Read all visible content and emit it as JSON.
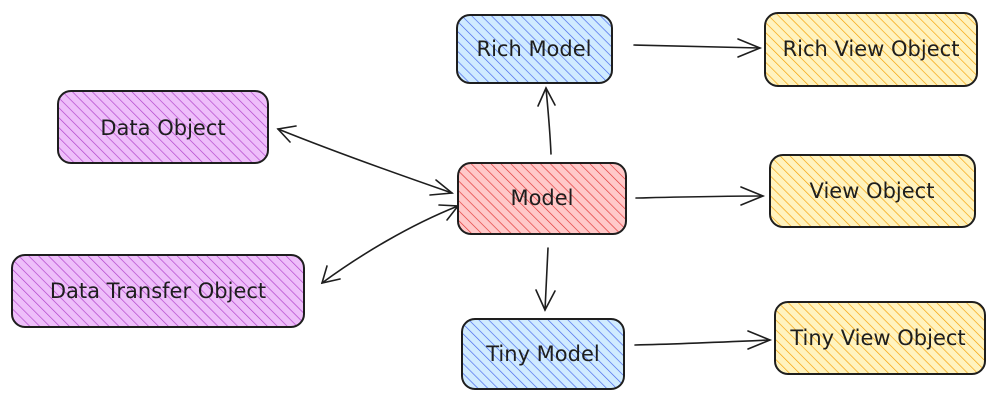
{
  "nodes": {
    "rich_model": "Rich Model",
    "rich_view_object": "Rich View Object",
    "data_object": "Data Object",
    "model": "Model",
    "view_object": "View Object",
    "data_transfer_object": "Data Transfer Object",
    "tiny_model": "Tiny Model",
    "tiny_view_object": "Tiny View Object"
  },
  "colors": {
    "model_fill": "#ffc9c9",
    "model_hatch": "#e03131",
    "blue_fill": "#d0ebff",
    "blue_hatch": "#4263eb",
    "purple_fill": "#eebefa",
    "purple_hatch": "#ae3ec9",
    "yellow_fill": "#fff3bf",
    "yellow_hatch": "#f59f00"
  },
  "edges": [
    {
      "from": "model",
      "to": "rich_model",
      "direction": "forward"
    },
    {
      "from": "model",
      "to": "tiny_model",
      "direction": "forward"
    },
    {
      "from": "model",
      "to": "view_object",
      "direction": "forward"
    },
    {
      "from": "rich_model",
      "to": "rich_view_object",
      "direction": "forward"
    },
    {
      "from": "tiny_model",
      "to": "tiny_view_object",
      "direction": "forward"
    },
    {
      "from": "model",
      "to": "data_object",
      "direction": "both"
    },
    {
      "from": "model",
      "to": "data_transfer_object",
      "direction": "both"
    }
  ]
}
